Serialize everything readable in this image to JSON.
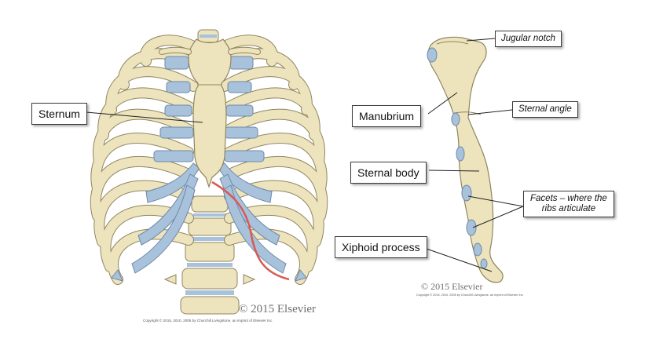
{
  "labels": {
    "sternum": "Sternum",
    "jugular_notch": "Jugular notch",
    "manubrium": "Manubrium",
    "sternal_angle": "Sternal angle",
    "sternal_body": "Sternal body",
    "facets_line1": "Facets – where the",
    "facets_line2": "ribs articulate",
    "xiphoid_process": "Xiphoid process"
  },
  "copyright": {
    "left": "© 2015 Elsevier",
    "left_fine": "Copyright © 2015, 2010, 2005 by Churchill Livingstone, an imprint of Elsevier Inc.",
    "right": "© 2015 Elsevier",
    "right_fine": "Copyright © 2015, 2010, 2005 by Churchill Livingstone, an imprint of Elsevier Inc."
  },
  "colors": {
    "bone": "#ede3bd",
    "bone_outline": "#8f8660",
    "cartilage": "#a9c2dc",
    "cartilage_outline": "#6d89a8",
    "costal_margin": "#d85a52"
  }
}
